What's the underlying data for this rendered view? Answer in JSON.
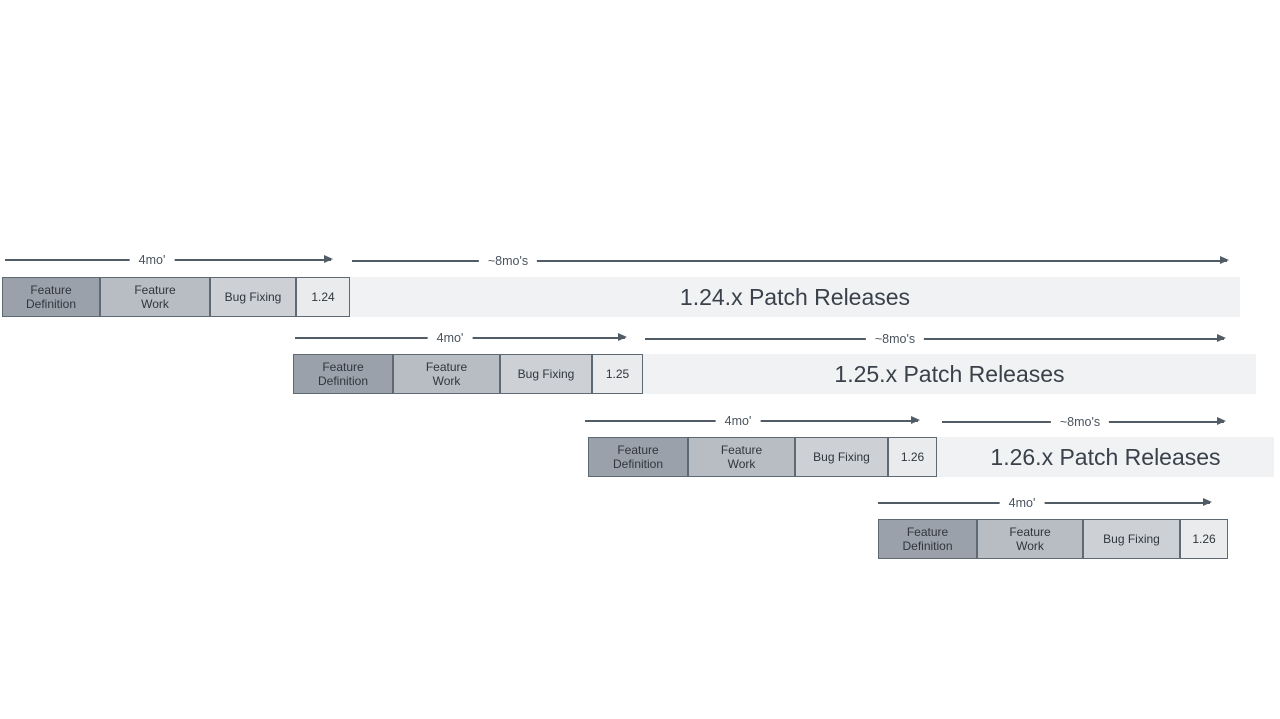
{
  "rows": [
    {
      "version": "1.24",
      "cycle_arrow_label": "4mo'",
      "patch_arrow_label": "~8mo's",
      "phases": [
        "Feature Definition",
        "Feature Work",
        "Bug Fixing"
      ],
      "patch_bar_label": "1.24.x Patch Releases"
    },
    {
      "version": "1.25",
      "cycle_arrow_label": "4mo'",
      "patch_arrow_label": "~8mo's",
      "phases": [
        "Feature Definition",
        "Feature Work",
        "Bug Fixing"
      ],
      "patch_bar_label": "1.25.x Patch Releases"
    },
    {
      "version": "1.26",
      "cycle_arrow_label": "4mo'",
      "patch_arrow_label": "~8mo's",
      "phases": [
        "Feature Definition",
        "Feature Work",
        "Bug Fixing"
      ],
      "patch_bar_label": "1.26.x Patch Releases"
    },
    {
      "version": "1.26",
      "cycle_arrow_label": "4mo'",
      "phases": [
        "Feature Definition",
        "Feature Work",
        "Bug Fixing"
      ]
    }
  ],
  "colors": {
    "feature_definition_fill": "#9aa1aa",
    "feature_work_fill": "#b7bdc3",
    "bug_fixing_fill": "#cdd1d5",
    "version_box_fill": "#e9ebed",
    "patch_bar_fill": "#f1f2f4",
    "box_border": "#5f6973",
    "arrow": "#525c66",
    "text_dark": "#30363c"
  }
}
